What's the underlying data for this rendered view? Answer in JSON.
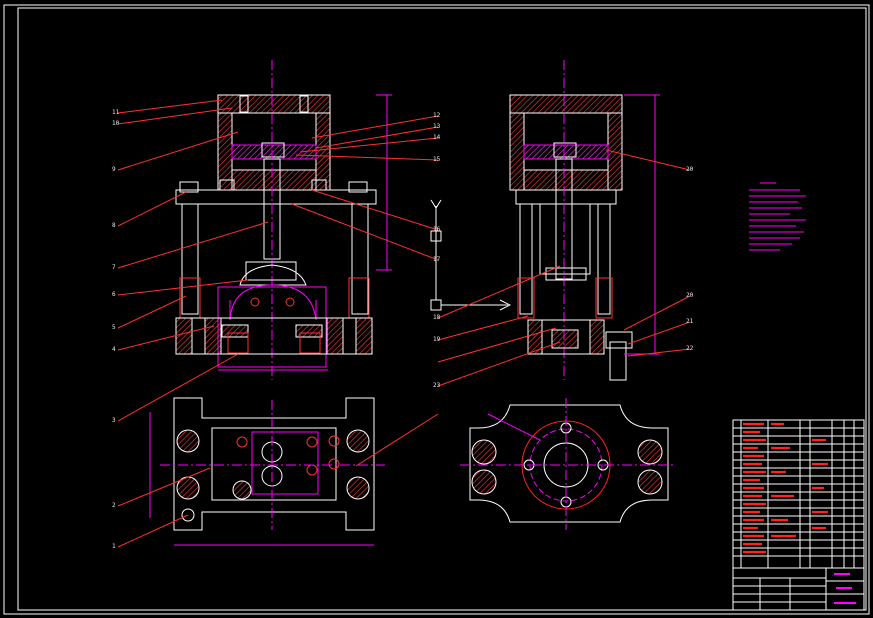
{
  "drawing": {
    "balloons_left": [
      "11",
      "10",
      "9",
      "8",
      "7",
      "6",
      "5",
      "4",
      "3",
      "2",
      "1"
    ],
    "balloons_mid": [
      "12",
      "13",
      "14",
      "15",
      "16",
      "17",
      "18",
      "19"
    ],
    "balloons_right": [
      "20",
      "21",
      "22",
      "23"
    ],
    "balloon_top_right": "20"
  },
  "colors": {
    "background": "#000000",
    "outline": "#ffffff",
    "magenta": "#ff00ff",
    "red": "#ff2020",
    "hatch": "#ff3030"
  }
}
